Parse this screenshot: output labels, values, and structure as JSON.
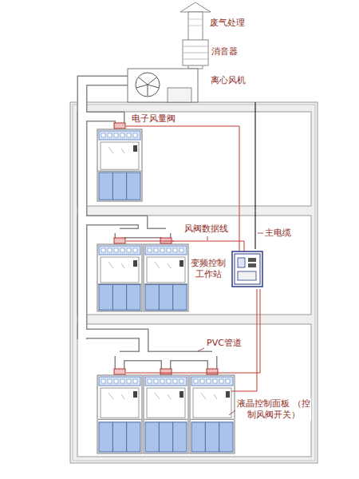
{
  "diagram": {
    "nodes": [
      {
        "text": [
          "离心风机"
        ]
      },
      {
        "text": [
          "变频控制 工作站"
        ]
      }
    ],
    "edges": [
      {
        "from": 1,
        "to": 0,
        "arrow": "none",
        "label": "主电缆"
      }
    ],
    "labels": [
      "废气处理",
      "消音器",
      "电子风量阀",
      "风阀数据线",
      "PVC管道",
      "液晶控制面板 （控制风阀开关）"
    ]
  }
}
